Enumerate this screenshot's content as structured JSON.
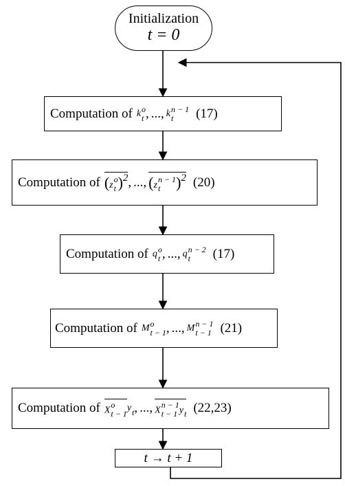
{
  "start": {
    "line1": "Initialization",
    "line2": "t  =  0"
  },
  "steps": [
    {
      "label": "Computation of",
      "var": "k",
      "first_sup": "o",
      "first_sub": "t",
      "last_sup": "n − 1",
      "last_sub": "t",
      "ref": "(17)"
    },
    {
      "label": "Computation of",
      "var": "z",
      "first_sup": "o",
      "first_sub": "t",
      "last_sup": "n − 1",
      "last_sub": "t",
      "power": "2",
      "ref": "(20)"
    },
    {
      "label": "Computation of",
      "var": "q",
      "first_sup": "o",
      "first_sub": "t",
      "last_sup": "n − 2",
      "last_sub": "t",
      "ref": "(17)"
    },
    {
      "label": "Computation of",
      "var": "M",
      "first_sup": "o",
      "first_sub": "t − 1",
      "last_sup": "n − 1",
      "last_sub": "t − 1",
      "ref": "(21)"
    },
    {
      "label": "Computation of",
      "var": "X",
      "first_sup": "o",
      "first_sub": "t − 1",
      "last_sup": "n − 1",
      "last_sub": "t − 1",
      "suffix": "y",
      "suffix_sub": "t",
      "ref": "(22,23)"
    }
  ],
  "ellipsis": "...,",
  "comma": ",",
  "increment": "t → t + 1"
}
